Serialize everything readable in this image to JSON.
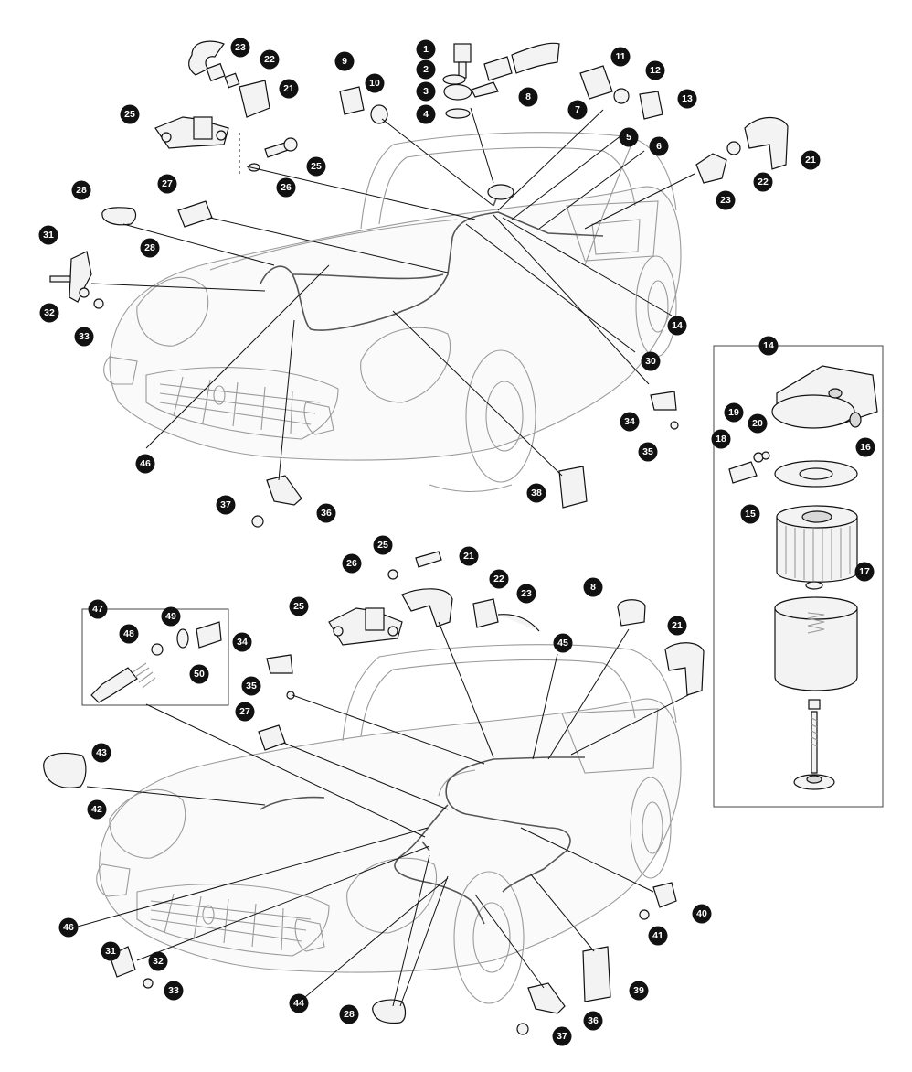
{
  "diagram": {
    "callouts": [
      {
        "id": "c-1",
        "label": "1"
      },
      {
        "id": "c-2",
        "label": "2"
      },
      {
        "id": "c-3",
        "label": "3"
      },
      {
        "id": "c-4",
        "label": "4"
      },
      {
        "id": "c-5",
        "label": "5"
      },
      {
        "id": "c-6",
        "label": "6"
      },
      {
        "id": "c-7",
        "label": "7"
      },
      {
        "id": "c-8a",
        "label": "8"
      },
      {
        "id": "c-9",
        "label": "9"
      },
      {
        "id": "c-10",
        "label": "10"
      },
      {
        "id": "c-11",
        "label": "11"
      },
      {
        "id": "c-12",
        "label": "12"
      },
      {
        "id": "c-13",
        "label": "13"
      },
      {
        "id": "c-21a",
        "label": "21"
      },
      {
        "id": "c-22a",
        "label": "22"
      },
      {
        "id": "c-23a",
        "label": "23"
      },
      {
        "id": "c-25a",
        "label": "25"
      },
      {
        "id": "c-25b",
        "label": "25"
      },
      {
        "id": "c-26a",
        "label": "26"
      },
      {
        "id": "c-23b",
        "label": "23"
      },
      {
        "id": "c-22b",
        "label": "22"
      },
      {
        "id": "c-21b",
        "label": "21"
      },
      {
        "id": "c-27a",
        "label": "27"
      },
      {
        "id": "c-28a",
        "label": "28"
      },
      {
        "id": "c-28b",
        "label": "28"
      },
      {
        "id": "c-31a",
        "label": "31"
      },
      {
        "id": "c-32a",
        "label": "32"
      },
      {
        "id": "c-33a",
        "label": "33"
      },
      {
        "id": "c-14a",
        "label": "14"
      },
      {
        "id": "c-30",
        "label": "30"
      },
      {
        "id": "c-34a",
        "label": "34"
      },
      {
        "id": "c-35a",
        "label": "35"
      },
      {
        "id": "c-46a",
        "label": "46"
      },
      {
        "id": "c-38",
        "label": "38"
      },
      {
        "id": "c-37a",
        "label": "37"
      },
      {
        "id": "c-36a",
        "label": "36"
      },
      {
        "id": "c-14b",
        "label": "14"
      },
      {
        "id": "c-19",
        "label": "19"
      },
      {
        "id": "c-20",
        "label": "20"
      },
      {
        "id": "c-18",
        "label": "18"
      },
      {
        "id": "c-16",
        "label": "16"
      },
      {
        "id": "c-15",
        "label": "15"
      },
      {
        "id": "c-17",
        "label": "17"
      },
      {
        "id": "c-25c",
        "label": "25"
      },
      {
        "id": "c-26b",
        "label": "26"
      },
      {
        "id": "c-25d",
        "label": "25"
      },
      {
        "id": "c-21c",
        "label": "21"
      },
      {
        "id": "c-22c",
        "label": "22"
      },
      {
        "id": "c-23c",
        "label": "23"
      },
      {
        "id": "c-8b",
        "label": "8"
      },
      {
        "id": "c-21d",
        "label": "21"
      },
      {
        "id": "c-47",
        "label": "47"
      },
      {
        "id": "c-48",
        "label": "48"
      },
      {
        "id": "c-49",
        "label": "49"
      },
      {
        "id": "c-50",
        "label": "50"
      },
      {
        "id": "c-34b",
        "label": "34"
      },
      {
        "id": "c-45",
        "label": "45"
      },
      {
        "id": "c-35b",
        "label": "35"
      },
      {
        "id": "c-27b",
        "label": "27"
      },
      {
        "id": "c-43",
        "label": "43"
      },
      {
        "id": "c-42",
        "label": "42"
      },
      {
        "id": "c-46b",
        "label": "46"
      },
      {
        "id": "c-40",
        "label": "40"
      },
      {
        "id": "c-41",
        "label": "41"
      },
      {
        "id": "c-31b",
        "label": "31"
      },
      {
        "id": "c-32b",
        "label": "32"
      },
      {
        "id": "c-33b",
        "label": "33"
      },
      {
        "id": "c-44",
        "label": "44"
      },
      {
        "id": "c-28c",
        "label": "28"
      },
      {
        "id": "c-39",
        "label": "39"
      },
      {
        "id": "c-36b",
        "label": "36"
      },
      {
        "id": "c-37b",
        "label": "37"
      }
    ]
  }
}
